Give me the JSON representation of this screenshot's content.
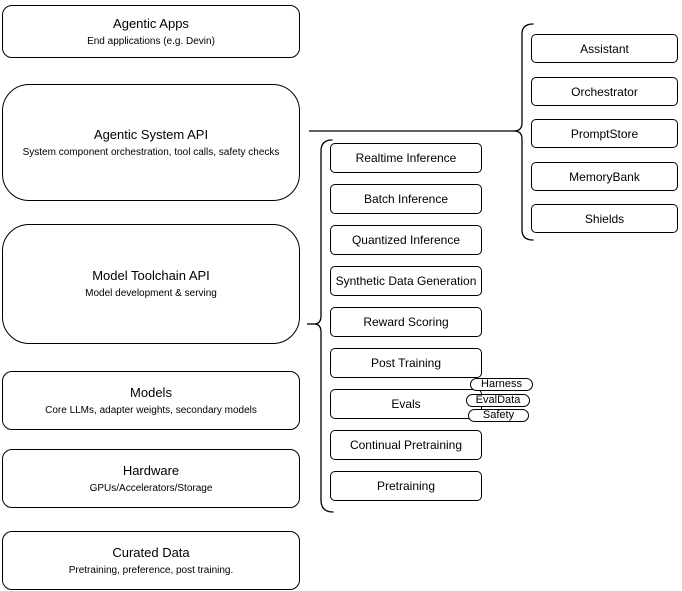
{
  "canvas": {
    "background": "#ffffff",
    "stroke_color": "#000000",
    "text_color": "#000000"
  },
  "layer_stack": [
    {
      "title": "Agentic Apps",
      "subtitle": "End applications (e.g. Devin)"
    },
    {
      "title": "Agentic System API",
      "subtitle": "System component orchestration, tool calls, safety checks"
    },
    {
      "title": "Model Toolchain API",
      "subtitle": "Model development & serving"
    },
    {
      "title": "Models",
      "subtitle": "Core LLMs, adapter weights, secondary models"
    },
    {
      "title": "Hardware",
      "subtitle": "GPUs/Accelerators/Storage"
    },
    {
      "title": "Curated Data",
      "subtitle": "Pretraining, preference, post training."
    }
  ],
  "toolchain_items": [
    "Realtime Inference",
    "Batch Inference",
    "Quantized Inference",
    "Synthetic Data Generation",
    "Reward Scoring",
    "Post Training",
    "Evals",
    "Continual Pretraining",
    "Pretraining"
  ],
  "evals_tags": [
    "Harness",
    "EvalData",
    "Safety"
  ],
  "system_components": [
    "Assistant",
    "Orchestrator",
    "PromptStore",
    "MemoryBank",
    "Shields"
  ]
}
